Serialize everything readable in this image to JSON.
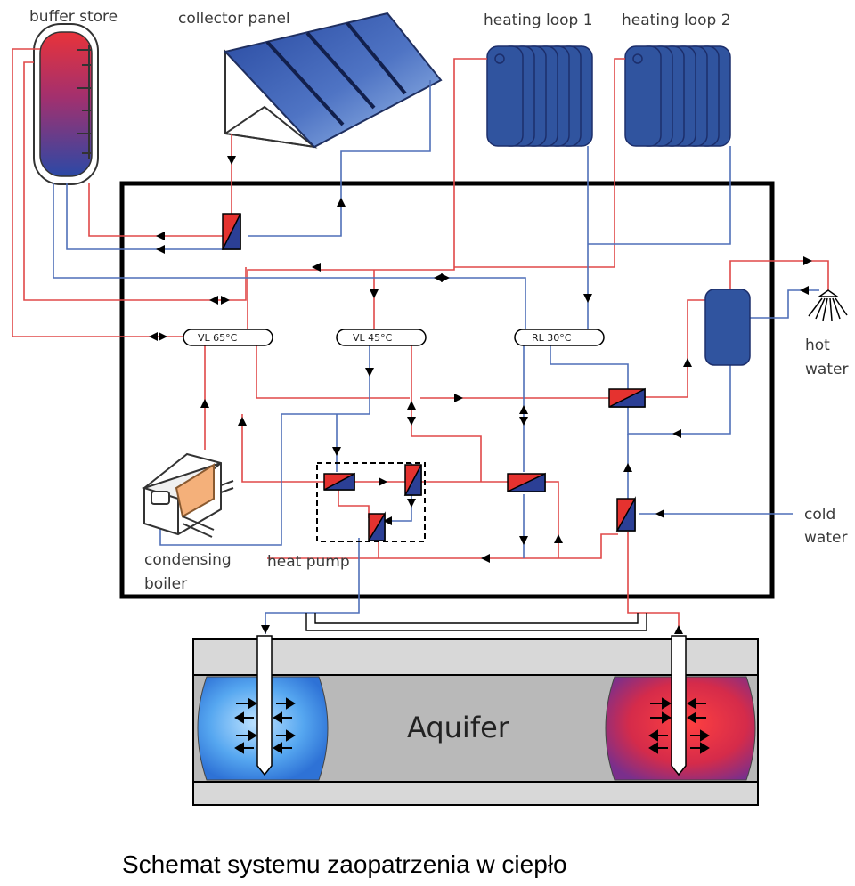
{
  "labels": {
    "buffer_store": "buffer store",
    "collector_panel": "collector panel",
    "heating_loop_1": "heating loop 1",
    "heating_loop_2": "heating loop 2",
    "hot": "hot",
    "water_hot": "water",
    "cold": "cold",
    "water_cold": "water",
    "condensing": "condensing",
    "boiler": "boiler",
    "heat_pump": "heat pump",
    "aquifer": "Aquifer"
  },
  "headers": {
    "vl65": "VL 65°C",
    "vl45": "VL 45°C",
    "rl30": "RL 30°C"
  },
  "caption": "Schemat systemu zaopatrzenia w ciepło",
  "colors": {
    "hot_line": "#e04848",
    "cold_line": "#4f6fb8",
    "panel_blue": "#2c4ea8",
    "radiator_blue": "#30549f",
    "aquifer_grey": "#b9b9b9"
  }
}
